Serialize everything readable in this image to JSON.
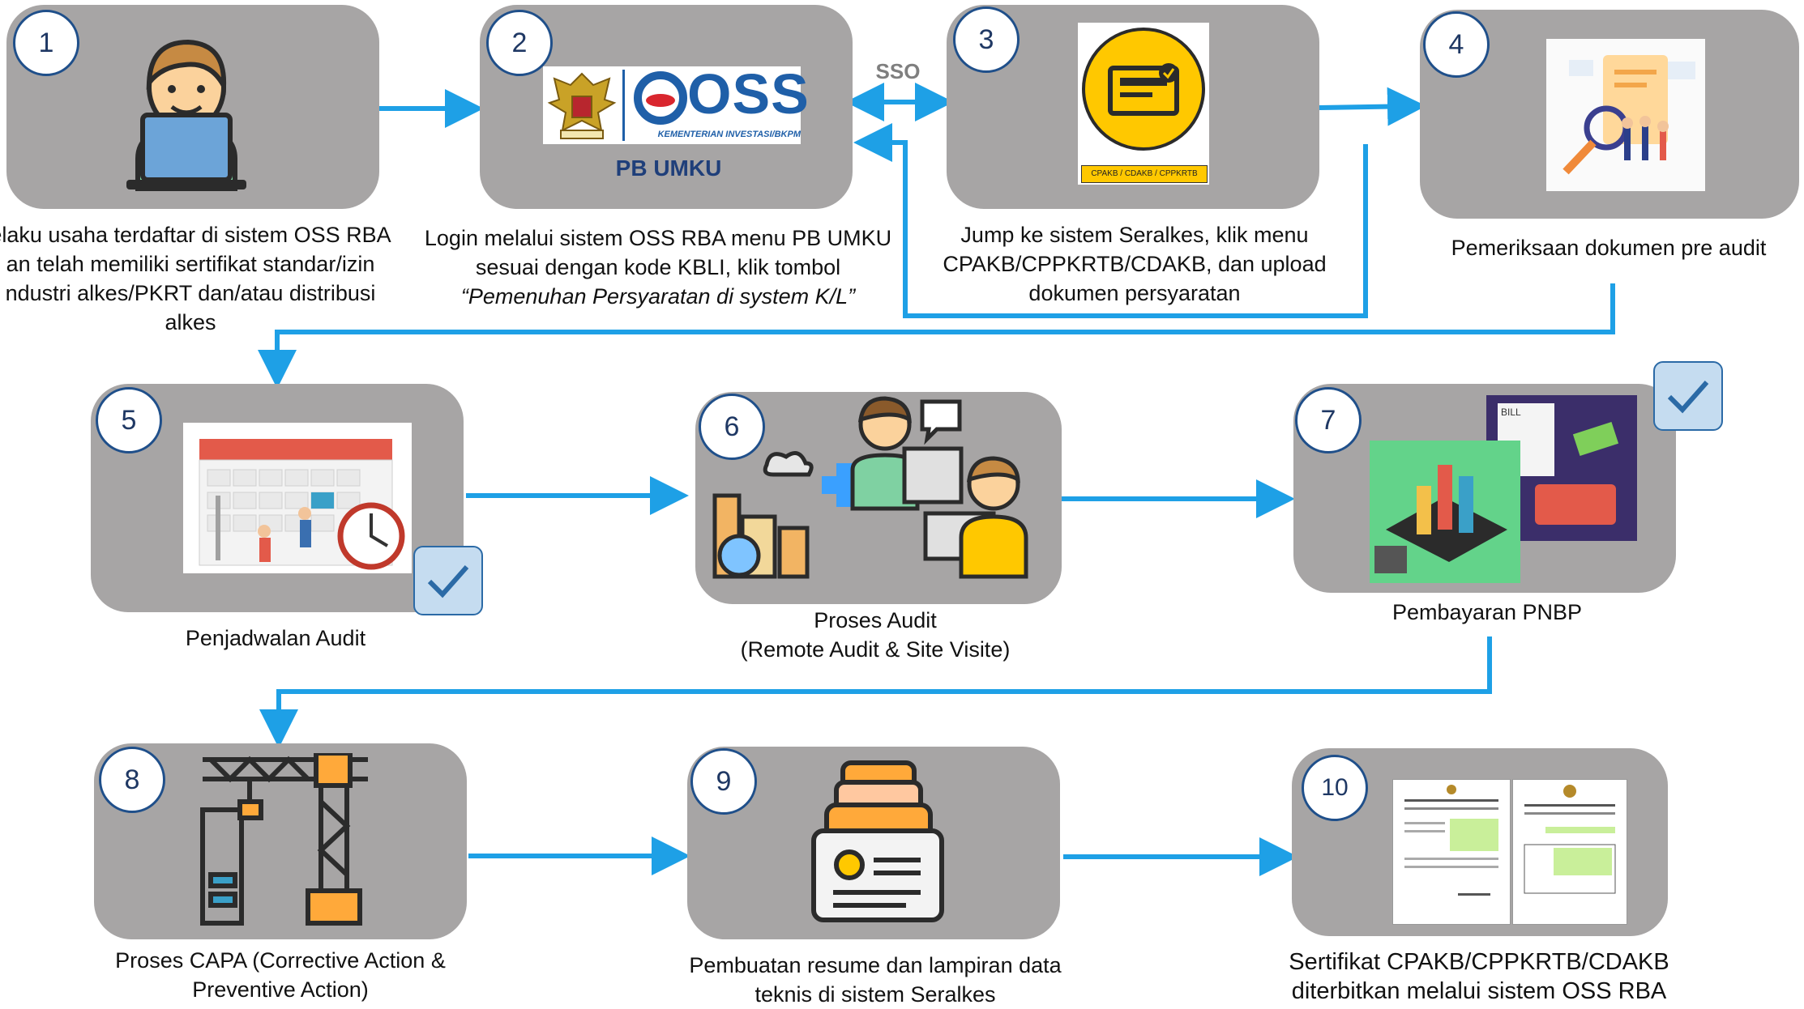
{
  "steps": [
    {
      "num": "1",
      "caption": [
        "elaku usaha terdaftar di sistem OSS RBA",
        "an telah memiliki sertifikat standar/izin",
        "ndustri alkes/PKRT dan/atau distribusi",
        "alkes"
      ]
    },
    {
      "num": "2",
      "caption": [
        "Login melalui sistem OSS RBA menu PB UMKU",
        "sesuai dengan kode KBLI, klik tombol",
        "“Pemenuhan Persyaratan di system K/L”"
      ],
      "label": "PB UMKU",
      "logo_text": "OSS",
      "logo_sub": "KEMENTERIAN INVESTASI/BKPM"
    },
    {
      "num": "3",
      "caption": [
        "Jump ke sistem Seralkes, klik menu",
        "CPAKB/CPPKRTB/CDAKB, dan upload",
        "dokumen persyaratan"
      ],
      "icon_label": "CPAKB / CDAKB / CPPKRTB"
    },
    {
      "num": "4",
      "caption": [
        "Pemeriksaan dokumen pre audit"
      ]
    },
    {
      "num": "5",
      "caption": [
        "Penjadwalan Audit"
      ]
    },
    {
      "num": "6",
      "caption": [
        "Proses Audit",
        "(Remote Audit & Site Visite)"
      ]
    },
    {
      "num": "7",
      "caption": [
        "Pembayaran PNBP"
      ],
      "bill_label": "BILL"
    },
    {
      "num": "8",
      "caption": [
        "Proses CAPA (Corrective Action &",
        "Preventive Action)"
      ]
    },
    {
      "num": "9",
      "caption": [
        "Pembuatan resume dan lampiran data",
        "teknis di sistem Seralkes"
      ]
    },
    {
      "num": "10",
      "caption": [
        "Sertifikat CPAKB/CPPKRTB/CDAKB",
        "diterbitkan melalui sistem OSS RBA"
      ]
    }
  ],
  "connector_label": "SSO",
  "colors": {
    "box": "#a7a5a5",
    "arrow": "#1ea0e6",
    "circle_border": "#1f4f8a",
    "check_fill": "#c5dcf0"
  }
}
